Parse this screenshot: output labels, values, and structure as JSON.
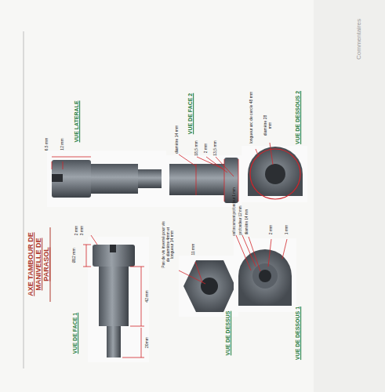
{
  "diagram": {
    "title": "AXE TAMBOUR DE MANIVELLE DE PARASOL",
    "labels": [
      "Commentaires",
      "VUE DE FACE 1",
      "Ø12 mm",
      "2 mm",
      "3 mm",
      "42 mm",
      "20mm",
      "VUE LATERALE",
      "6.5 mm",
      "12 mm",
      "VUE DE FACE 2",
      "diamètre 14 mm",
      "18,5 mm",
      "2 mm",
      "13,5 mm",
      "Pas de vis inversé pour vis de diamètre 4mm et longueur 14 mm",
      "11 mm",
      "VUE DE DESSUS",
      "VUE DE DESSOUS 2",
      "longueur arc de cercle 48 mm",
      "diamètre 28 mm",
      "VUE DE DESSOUS 1",
      "enfoncement profondeur 1 mm",
      "profondeur 12 mm",
      "diamètre 14 mm",
      "2 mm",
      "1 mm"
    ]
  }
}
